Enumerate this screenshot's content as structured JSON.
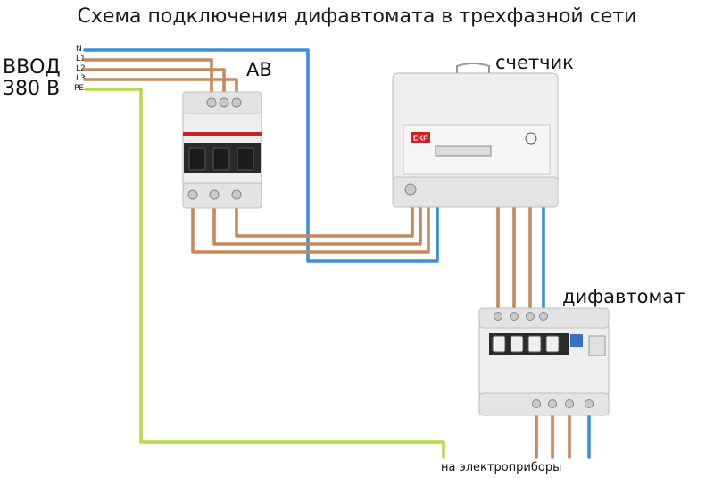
{
  "title": "Схема подключения дифавтомата в трехфазной сети",
  "input_label": [
    "ВВОД",
    "380 В"
  ],
  "wire_tags": [
    "N",
    "L1",
    "L2",
    "L3",
    "PE"
  ],
  "breaker_label": "АВ",
  "meter_label": "счетчик",
  "rcbo_label": "дифавтомат",
  "output_label": "на электроприборы",
  "meter_brand": "EKF",
  "colors": {
    "neutral_wire": "#3c8fd8",
    "phase_wire": "#c5895a",
    "pe_wire": "#b5db48",
    "device_body": "#eeeeee",
    "device_outline": "#b8b8b8",
    "lever_black": "#1c1c1c",
    "brand_red": "#d02020"
  }
}
